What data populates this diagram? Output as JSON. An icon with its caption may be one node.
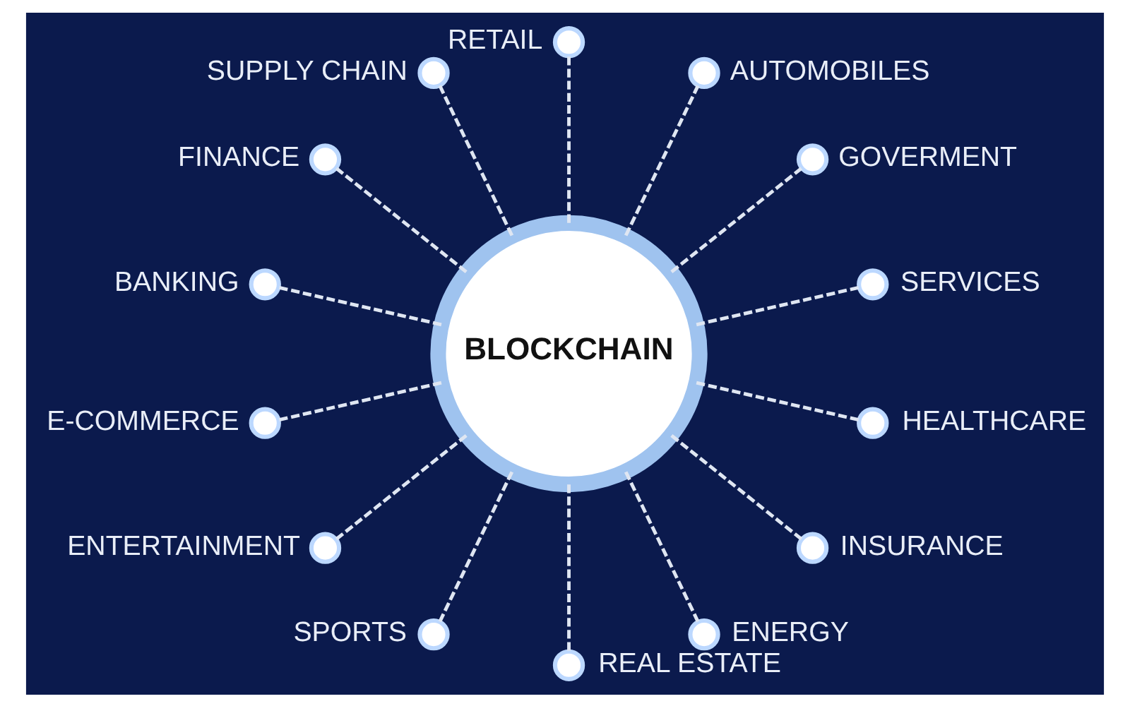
{
  "diagram": {
    "nodes": [
      {
        "text": [
          "BLOCKCHAIN"
        ]
      },
      {
        "text": [],
        "shape": "circle",
        "beside": [
          "RETAIL"
        ]
      },
      {
        "text": [],
        "shape": "circle",
        "beside": [
          "AUTOMOBILES"
        ]
      },
      {
        "text": [],
        "shape": "circle",
        "beside": [
          "GOVERMENT"
        ]
      },
      {
        "text": [],
        "shape": "circle",
        "beside": [
          "SERVICES"
        ]
      },
      {
        "text": [],
        "shape": "circle",
        "beside": [
          "HEALTHCARE"
        ]
      },
      {
        "text": [],
        "shape": "circle",
        "beside": [
          "INSURANCE"
        ]
      },
      {
        "text": [],
        "shape": "circle",
        "beside": [
          "ENERGY"
        ]
      },
      {
        "text": [],
        "shape": "circle",
        "beside": [
          "REAL ESTATE"
        ]
      },
      {
        "text": [],
        "shape": "circle",
        "beside": [
          "SPORTS"
        ]
      },
      {
        "text": [],
        "shape": "circle",
        "beside": [
          "ENTERTAINMENT"
        ]
      },
      {
        "text": [],
        "shape": "circle",
        "beside": [
          "E-COMMERCE"
        ]
      },
      {
        "text": [],
        "shape": "circle",
        "beside": [
          "BANKING"
        ]
      },
      {
        "text": [],
        "shape": "circle",
        "beside": [
          "FINANCE"
        ]
      },
      {
        "text": [],
        "shape": "circle",
        "beside": [
          "SUPPLY CHAIN"
        ]
      }
    ],
    "edges": [
      {
        "from": 0,
        "to": 1,
        "arrow": "none",
        "style": "dashed"
      },
      {
        "from": 0,
        "to": 2,
        "arrow": "none",
        "style": "dashed"
      },
      {
        "from": 0,
        "to": 3,
        "arrow": "none",
        "style": "dashed"
      },
      {
        "from": 0,
        "to": 4,
        "arrow": "none",
        "style": "dashed"
      },
      {
        "from": 0,
        "to": 5,
        "arrow": "none",
        "style": "dashed"
      },
      {
        "from": 0,
        "to": 6,
        "arrow": "none",
        "style": "dashed"
      },
      {
        "from": 0,
        "to": 7,
        "arrow": "none",
        "style": "dashed"
      },
      {
        "from": 0,
        "to": 8,
        "arrow": "none",
        "style": "dashed"
      },
      {
        "from": 0,
        "to": 9,
        "arrow": "none",
        "style": "dashed"
      },
      {
        "from": 0,
        "to": 10,
        "arrow": "none",
        "style": "dashed"
      },
      {
        "from": 0,
        "to": 11,
        "arrow": "none",
        "style": "dashed"
      },
      {
        "from": 0,
        "to": 12,
        "arrow": "none",
        "style": "dashed"
      },
      {
        "from": 0,
        "to": 13,
        "arrow": "none",
        "style": "dashed"
      },
      {
        "from": 0,
        "to": 14,
        "arrow": "none",
        "style": "dashed"
      }
    ]
  }
}
